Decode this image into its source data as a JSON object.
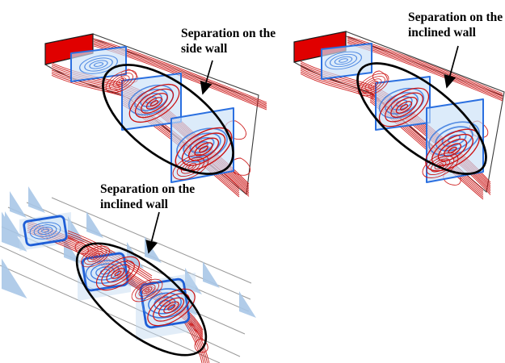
{
  "figure": {
    "type": "cfd-streamline-separation-visualization",
    "background_color": "#ffffff",
    "colors": {
      "streamlines": "#cc1414",
      "inlet_face": "#e00000",
      "cross_section_frame": "#2a6fe0",
      "cross_section_fill": "#cde2f7",
      "in_plane_streamlines": "#3a7be0",
      "wireframe": "#999999",
      "wall_triangles": "#a9c7e7",
      "annotation": "#000000"
    },
    "panels": [
      {
        "id": "top-left",
        "label": {
          "line1": "Separation on the",
          "line2": "side wall"
        }
      },
      {
        "id": "top-right",
        "label": {
          "line1": "Separation on the",
          "line2": "inclined wall"
        }
      },
      {
        "id": "bottom-left",
        "label": {
          "line1": "Separation on the",
          "line2": "inclined wall"
        }
      }
    ]
  }
}
